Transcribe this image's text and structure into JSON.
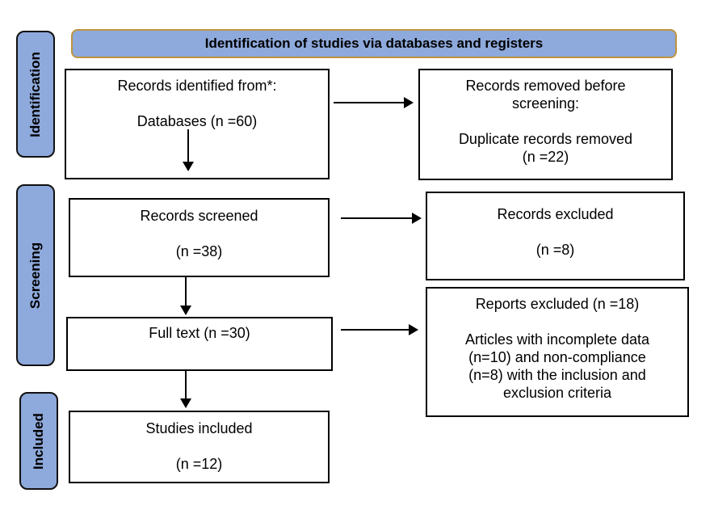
{
  "banner": {
    "title": "Identification of studies via databases and registers"
  },
  "stages": [
    {
      "label": "Identification"
    },
    {
      "label": "Screening"
    },
    {
      "label": "Included"
    }
  ],
  "boxes": {
    "records_identified": {
      "text": [
        "Records identified from*:",
        "",
        "Databases (n =60)"
      ]
    },
    "records_removed": {
      "text": [
        "Records removed before",
        "screening:",
        "",
        "Duplicate records removed",
        "(n =22)"
      ]
    },
    "records_screened": {
      "text": [
        "Records screened",
        "",
        "(n =38)"
      ]
    },
    "records_excluded": {
      "text": [
        "Records excluded",
        "",
        "(n =8)"
      ]
    },
    "full_text": {
      "text": [
        "Full text (n =30)"
      ]
    },
    "reports_excluded": {
      "text": [
        "Reports excluded (n =18)",
        "",
        "Articles with incomplete data",
        "(n=10) and non-compliance",
        "(n=8) with the inclusion and",
        "exclusion criteria"
      ]
    },
    "studies_included": {
      "text": [
        "Studies included",
        "",
        "(n =12)"
      ]
    }
  },
  "colors": {
    "stage_fill": "#8EA9DB",
    "banner_fill": "#8EA9DB",
    "banner_border": "#BF9440",
    "box_border": "#000000",
    "arrow": "#000000",
    "text": "#000000"
  }
}
